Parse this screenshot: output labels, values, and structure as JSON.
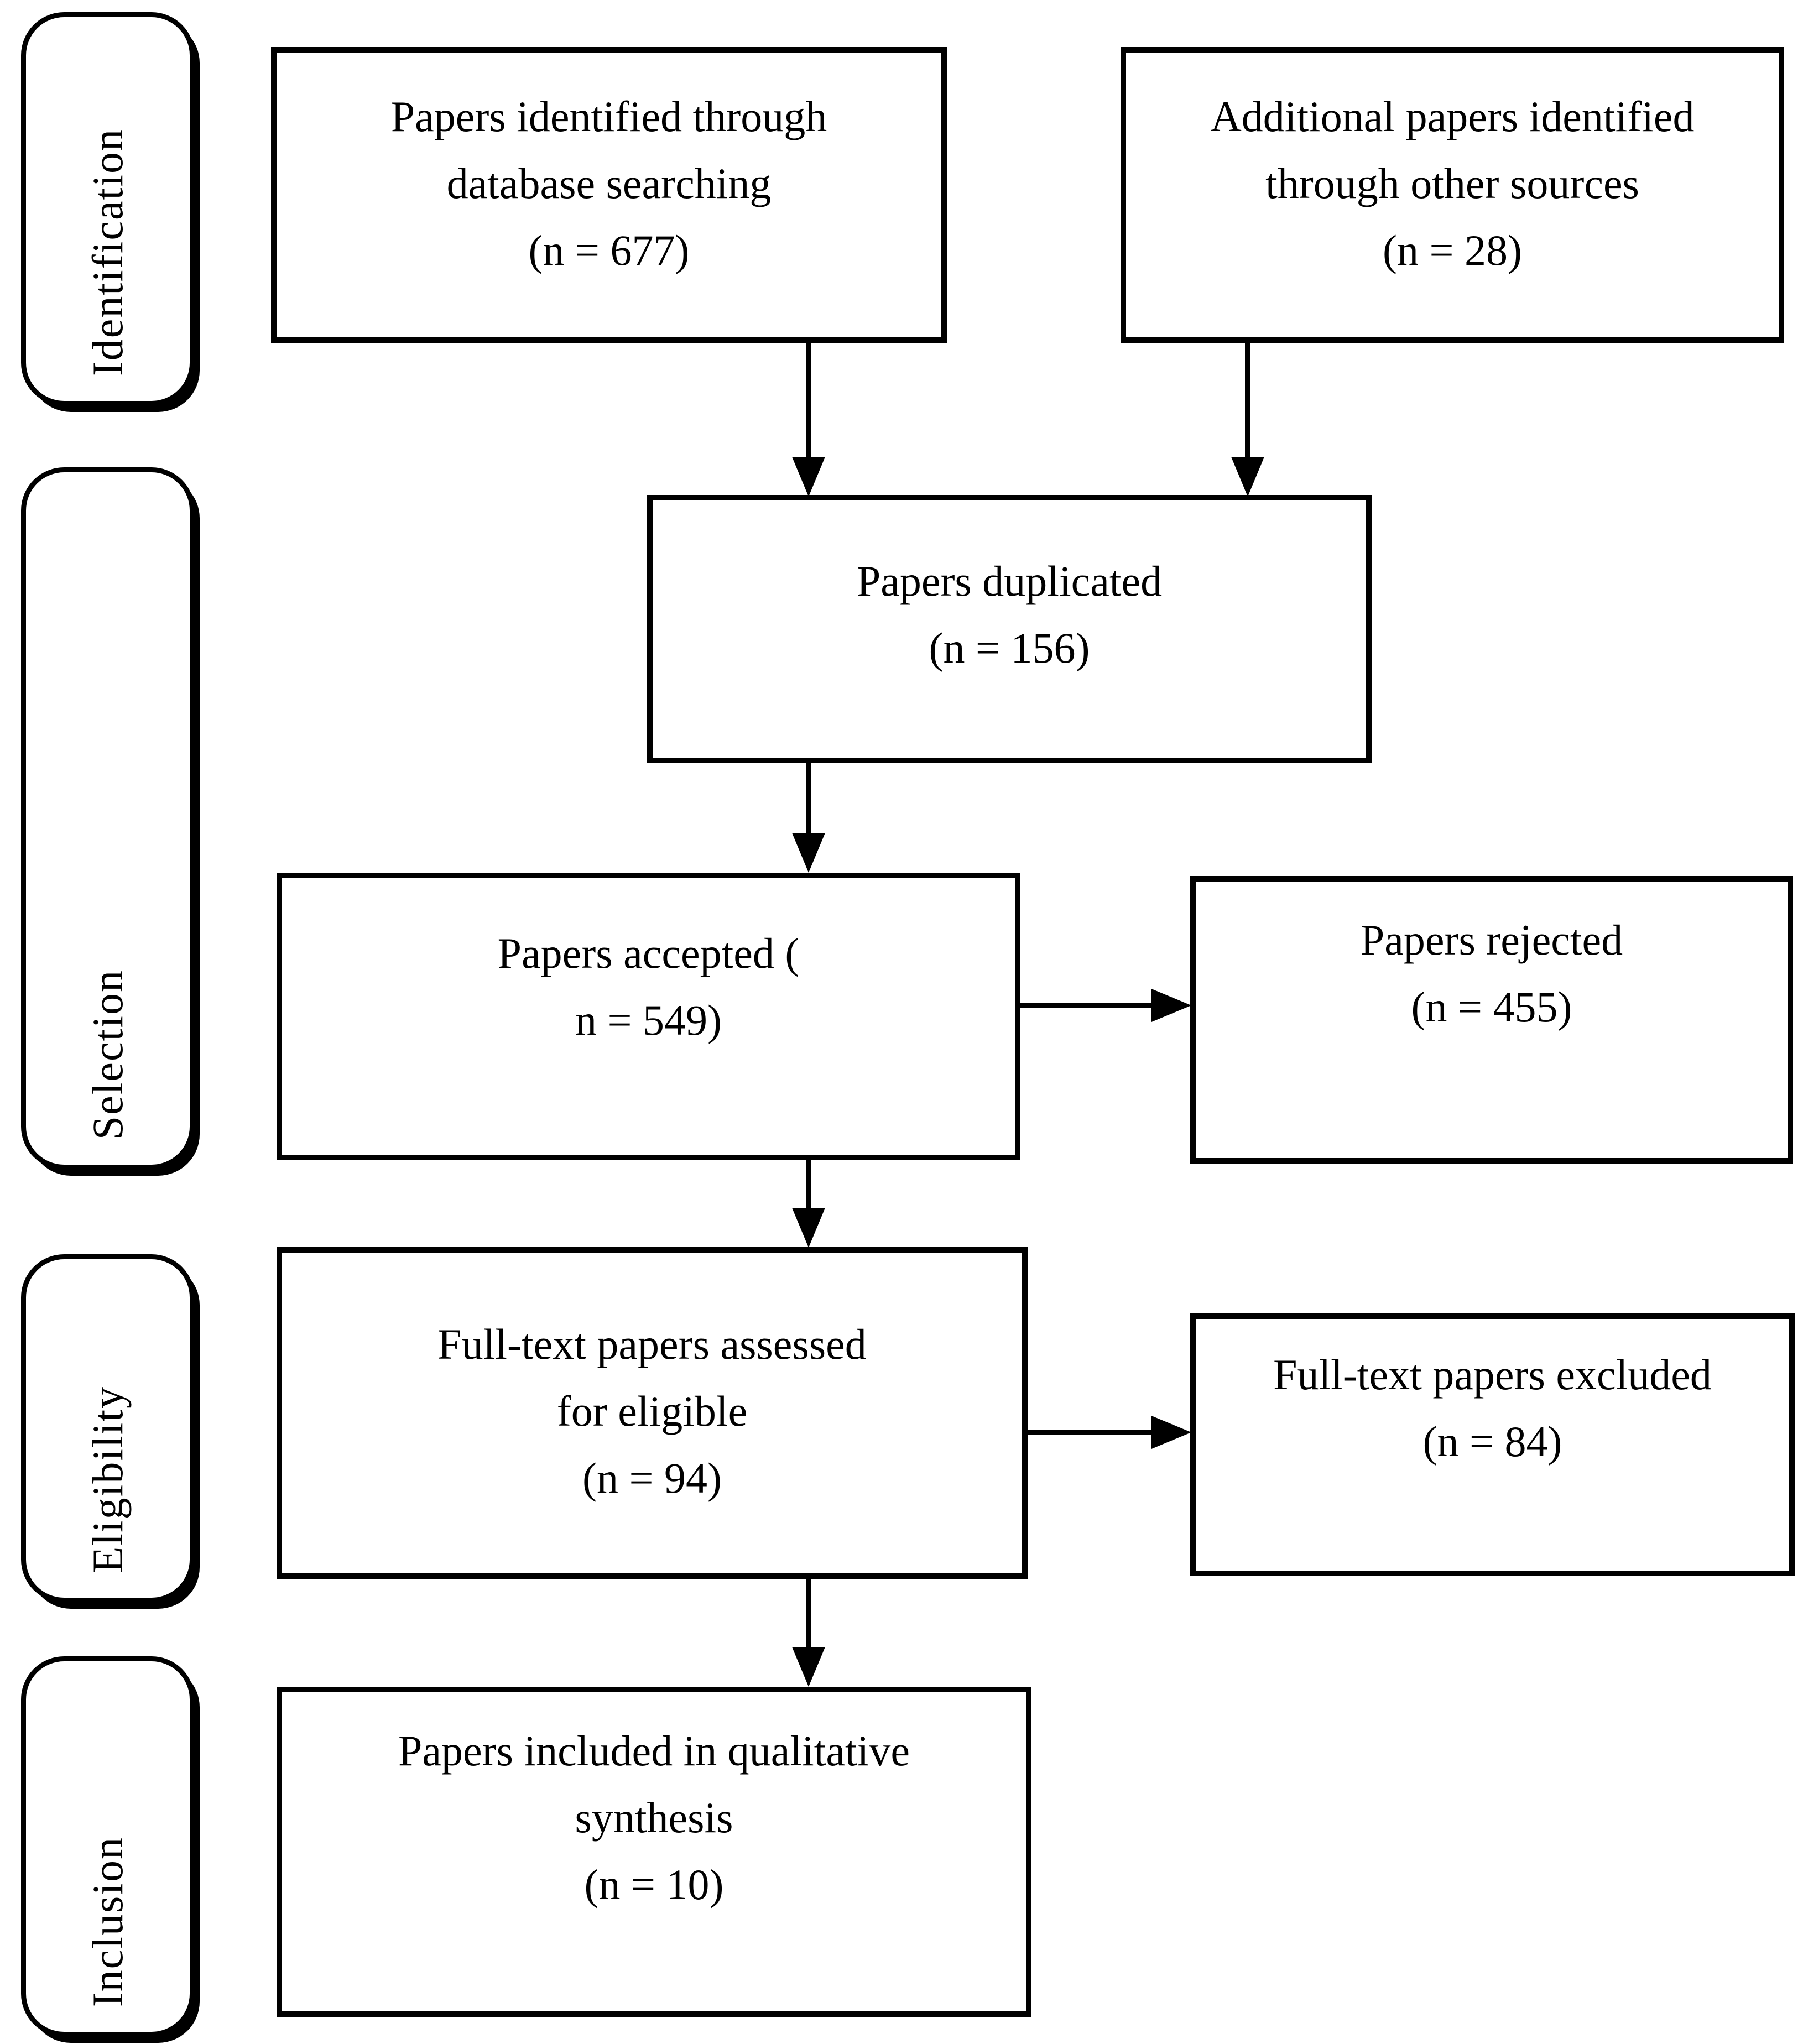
{
  "figure": {
    "type": "prisma-flow-diagram",
    "background_color": "#ffffff",
    "line_color": "#000000",
    "text_color": "#000000"
  },
  "stages": [
    {
      "id": "identification",
      "label": "Identification"
    },
    {
      "id": "selection",
      "label": "Selection"
    },
    {
      "id": "eligibility",
      "label": "Eligibility"
    },
    {
      "id": "inclusion",
      "label": "Inclusion"
    }
  ],
  "boxes": {
    "identified": {
      "n": 677,
      "lines": [
        "Papers identified through",
        "database searching",
        "(n = 677)"
      ]
    },
    "additional": {
      "n": 28,
      "lines": [
        "Additional papers identified",
        "through other sources",
        "(n = 28)"
      ]
    },
    "duplicated": {
      "n": 156,
      "lines": [
        "Papers duplicated",
        "(n = 156)"
      ]
    },
    "accepted": {
      "n": 549,
      "lines": [
        "Papers accepted (",
        "n = 549)"
      ]
    },
    "rejected": {
      "n": 455,
      "lines": [
        "Papers rejected",
        "(n = 455)"
      ]
    },
    "assessed": {
      "n": 94,
      "lines": [
        "Full-text papers assessed",
        "for eligible",
        "(n = 94)"
      ]
    },
    "excluded": {
      "n": 84,
      "lines": [
        "Full-text papers excluded",
        "(n = 84)"
      ]
    },
    "included": {
      "n": 10,
      "lines": [
        "Papers included in qualitative",
        "synthesis",
        "(n = 10)"
      ]
    }
  }
}
